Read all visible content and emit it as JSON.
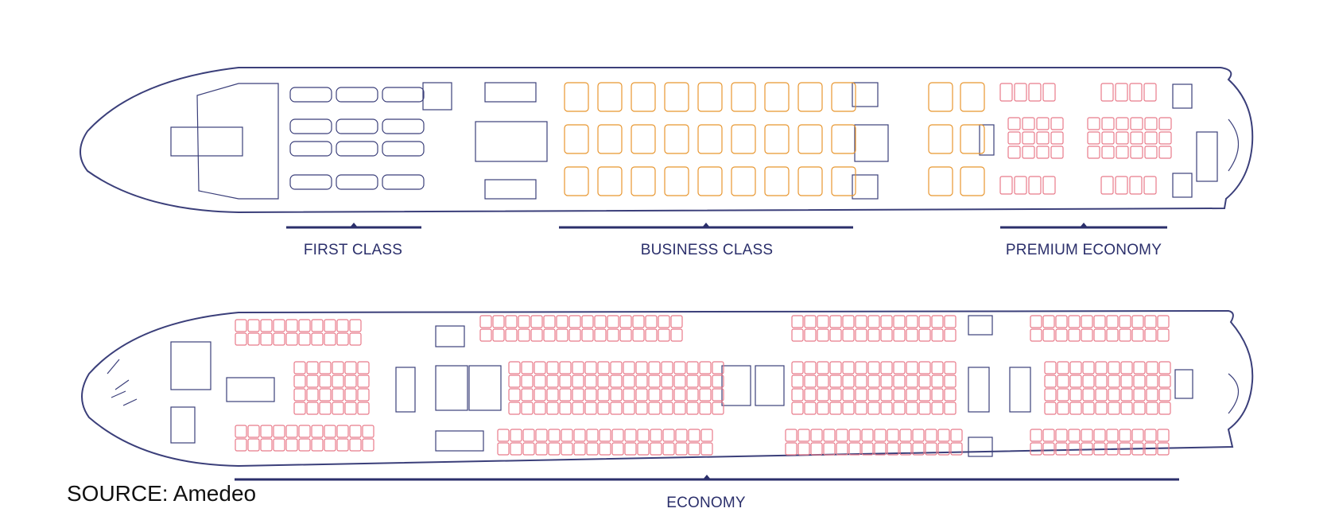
{
  "source": "SOURCE: Amedeo",
  "decks": [
    {
      "name": "upper-deck",
      "cabins": [
        {
          "label": "FIRST CLASS",
          "color": "#3b3f7a"
        },
        {
          "label": "BUSINESS CLASS",
          "color": "#e8962f"
        },
        {
          "label": "PREMIUM ECONOMY",
          "color": "#e87a8a"
        }
      ]
    },
    {
      "name": "main-deck",
      "cabins": [
        {
          "label": "ECONOMY",
          "color": "#e87a8a"
        }
      ]
    }
  ],
  "colors": {
    "outline": "#3b3f7a",
    "first": "#3b3f7a",
    "business": "#e8962f",
    "economy": "#e87a8a",
    "bracket": "#2b2f6b",
    "label": "#2b2f6b"
  }
}
